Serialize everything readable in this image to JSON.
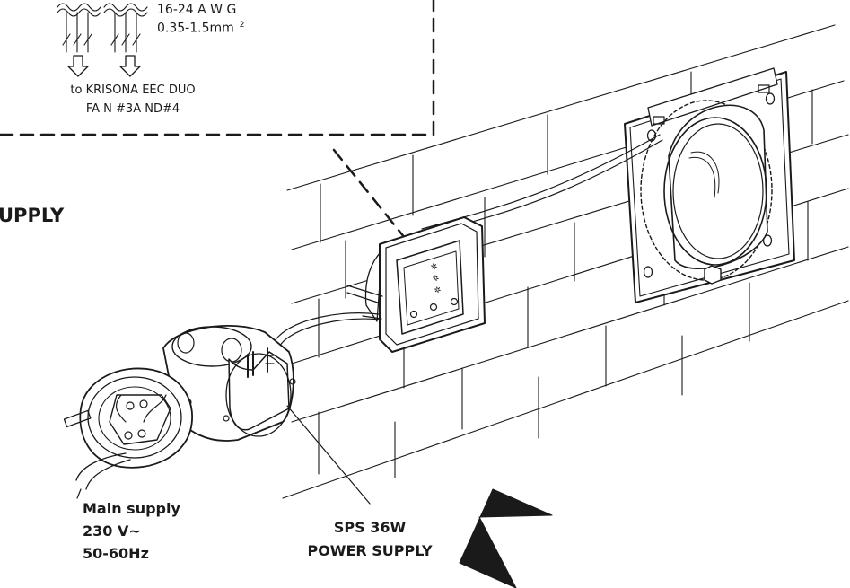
{
  "wiring": {
    "gauge": "16-24 A W G",
    "section": "0.35-1.5mm",
    "section_sup": "2",
    "destination_line1": "to KRISONA EEC DUO",
    "destination_line2": "FA N #3A ND#4"
  },
  "labels": {
    "supply_cut": "UPPLY",
    "main_supply_line1": "Main supply",
    "main_supply_line2": "230 V~",
    "main_supply_line3": "50-60Hz",
    "sps_line1": "SPS 36W",
    "sps_line2": "POWER SUPPLY"
  },
  "controller": {
    "button_symbols": [
      "✲",
      "✲",
      "✲"
    ]
  }
}
